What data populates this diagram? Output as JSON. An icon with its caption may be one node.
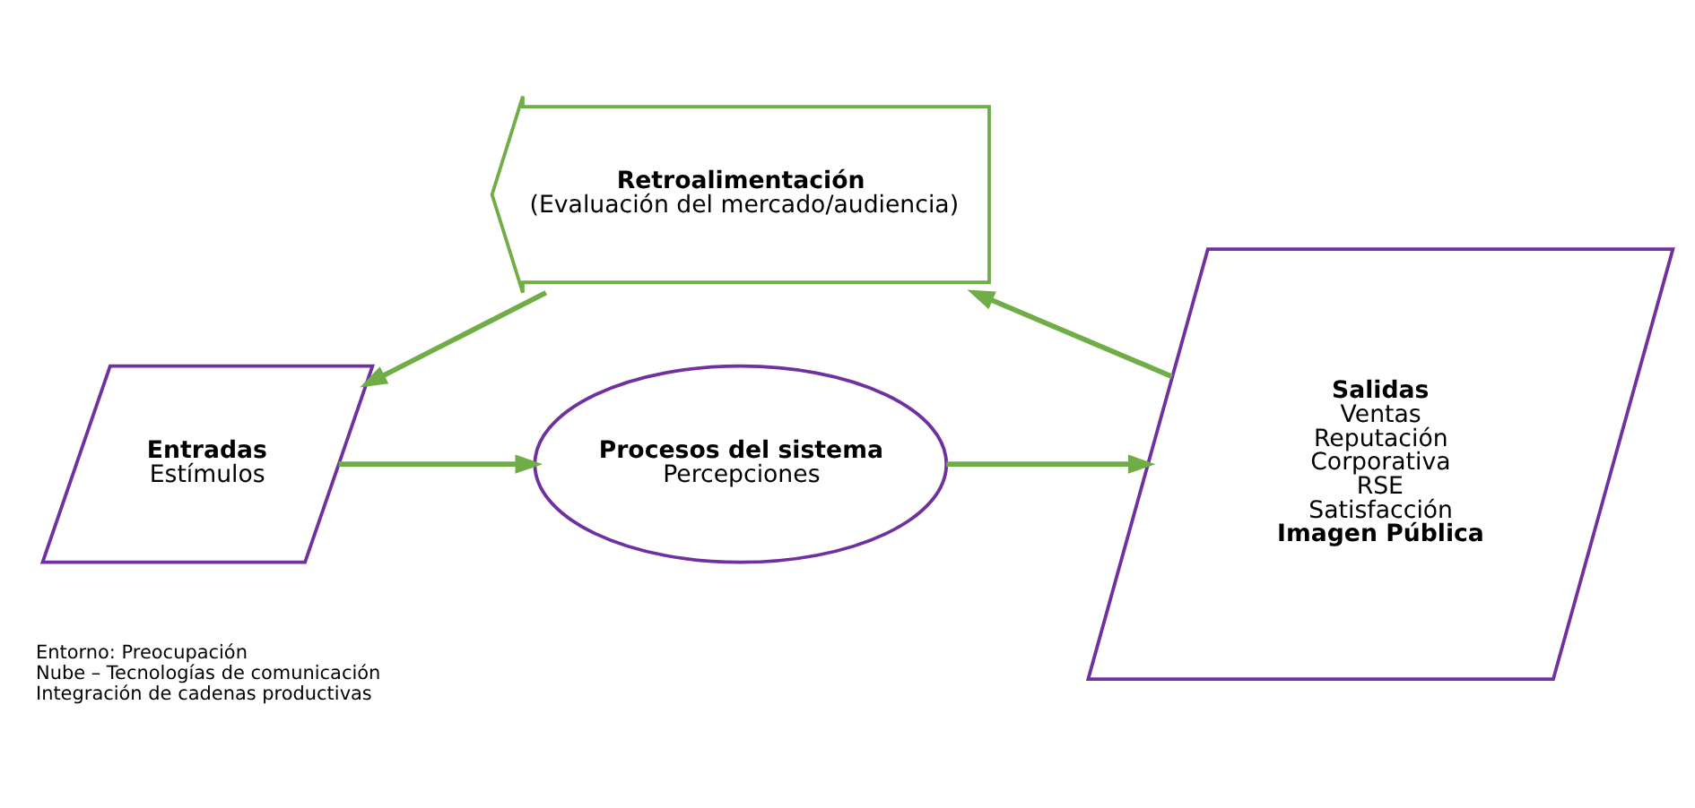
{
  "diagram": {
    "nodes": [
      {
        "text": [
          "Entradas",
          "Estímulos"
        ]
      },
      {
        "text": [
          "Procesos del sistema",
          "Percepciones"
        ]
      },
      {
        "text": [
          "Salidas",
          "Ventas Reputación Corporativa RSE Satisfacción",
          "Imagen Pública"
        ]
      },
      {
        "text": [
          "Retroalimentación",
          "(Evaluación del mercado/audiencia)"
        ]
      }
    ],
    "edges": [
      {
        "from": 0,
        "to": 1,
        "arrow": "to"
      },
      {
        "from": 1,
        "to": 2,
        "arrow": "to"
      },
      {
        "from": 2,
        "to": 3,
        "arrow": "to"
      },
      {
        "from": 3,
        "to": 0,
        "arrow": "to"
      }
    ],
    "labels": [
      "Entorno: Preocupación",
      "Nube – Tecnologías de comunicación",
      "Integración de cadenas productivas"
    ]
  }
}
